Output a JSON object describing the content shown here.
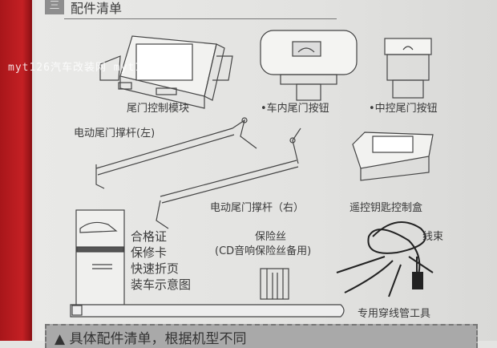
{
  "section": {
    "number": "三",
    "title": "配件清单"
  },
  "watermark": "myt126汽车改装网   myt126.com",
  "items": {
    "module": "尾门控制模块",
    "button_inner": "•车内尾门按钮",
    "button_center": "•中控尾门按钮",
    "strut_left": "电动尾门撑杆(左)",
    "strut_right": "电动尾门撑杆（右）",
    "key_box": "遥控钥匙控制盒",
    "docs": [
      "合格证",
      "保修卡",
      "快速折页",
      "装车示意图"
    ],
    "fuse": "保险丝",
    "fuse_note": "(CD音响保险丝备用)",
    "harness": "线束",
    "tool": "专用穿线管工具"
  },
  "note": "▲ 具体配件清单，根据机型不同"
}
